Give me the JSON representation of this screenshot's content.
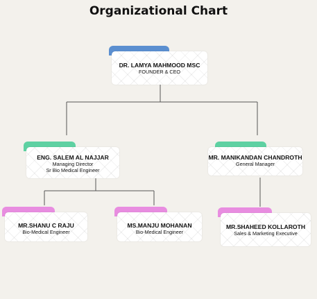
{
  "title": "Organizational Chart",
  "colors": {
    "background": "#f3f1ec",
    "connector": "#555555",
    "tab_blue": "#5b8fd0",
    "tab_green": "#5ed1a2",
    "tab_pink": "#e88de0"
  },
  "nodes": {
    "ceo": {
      "name": "DR. LAMYA MAHMOOD MSC",
      "roles": [
        "FOUNDER & CEO"
      ]
    },
    "salem": {
      "name": "ENG. SALEM AL NAJJAR",
      "roles": [
        "Managing Director",
        "Sr Bio Medical Engineer"
      ]
    },
    "manikandan": {
      "name": "MR. MANIKANDAN CHANDROTH",
      "roles": [
        "General Manager"
      ]
    },
    "shanu": {
      "name": "MR.SHANU C RAJU",
      "roles": [
        "Bio-Medical Engineer"
      ]
    },
    "manju": {
      "name": "MS.MANJU MOHANAN",
      "roles": [
        "Bio-Medical Engineer"
      ]
    },
    "shaheed": {
      "name": "MR.SHAHEED KOLLAROTH",
      "roles": [
        "Sales & Marketing Executive"
      ]
    }
  }
}
